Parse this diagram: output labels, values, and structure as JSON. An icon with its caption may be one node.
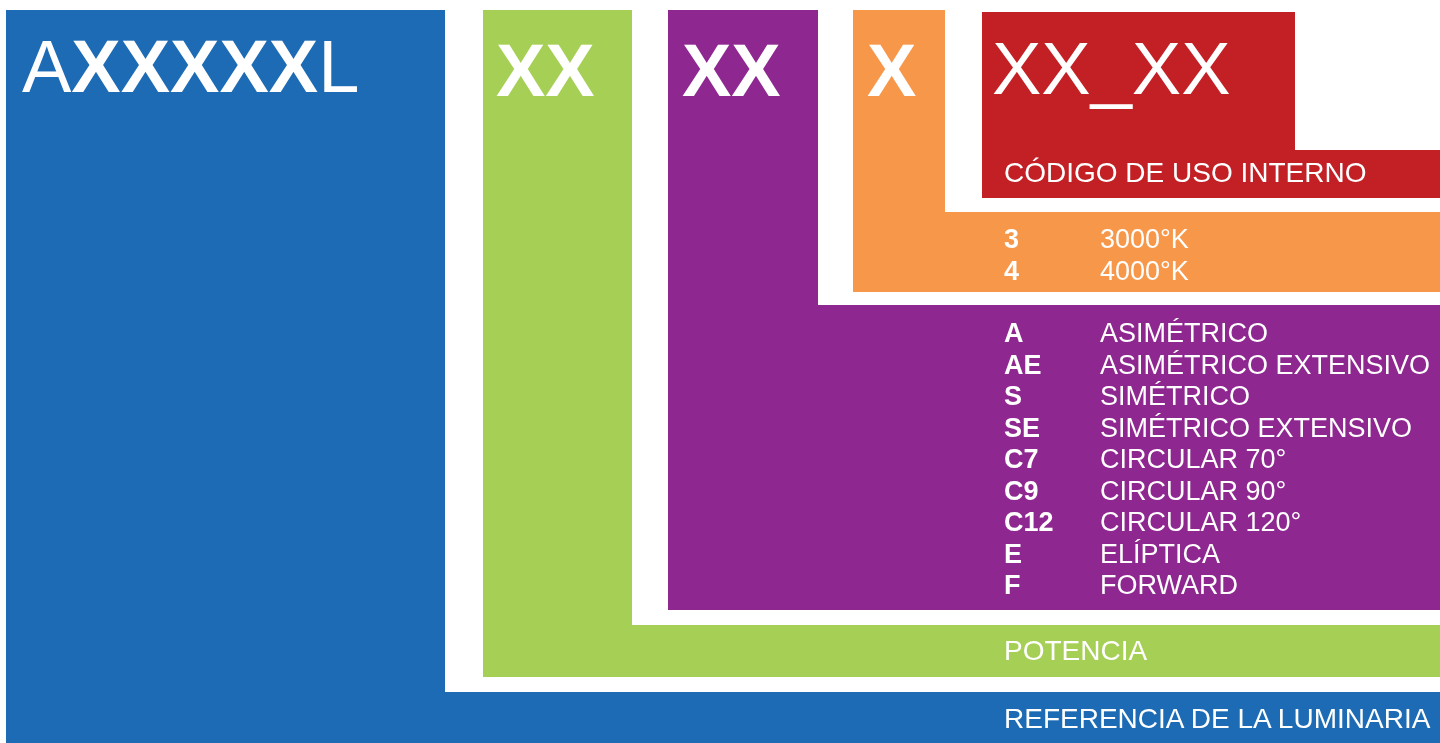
{
  "diagram": {
    "nodes": [
      {
        "text": [
          "A**XXXXX**L",
          "REFERENCIA DE LA LUMINARIA"
        ]
      },
      {
        "text": [
          "XX",
          "POTENCIA"
        ]
      },
      {
        "text": [
          "XX",
          "A",
          "ASIMÉTRICO",
          "AE",
          "ASIMÉTRICO EXTENSIVO",
          "S",
          "SIMÉTRICO",
          "SE",
          "SIMÉTRICO EXTENSIVO",
          "C7",
          "CIRCULAR 70°",
          "C9",
          "CIRCULAR 90°",
          "C12",
          "CIRCULAR 120°",
          "E",
          "ELÍPTICA",
          "F",
          "FORWARD"
        ]
      },
      {
        "text": [
          "X",
          "3",
          "3000°K",
          "4",
          "4000°K"
        ]
      },
      {
        "text": [
          "XX_XX",
          "CÓDIGO DE USO INTERNO"
        ]
      }
    ]
  }
}
